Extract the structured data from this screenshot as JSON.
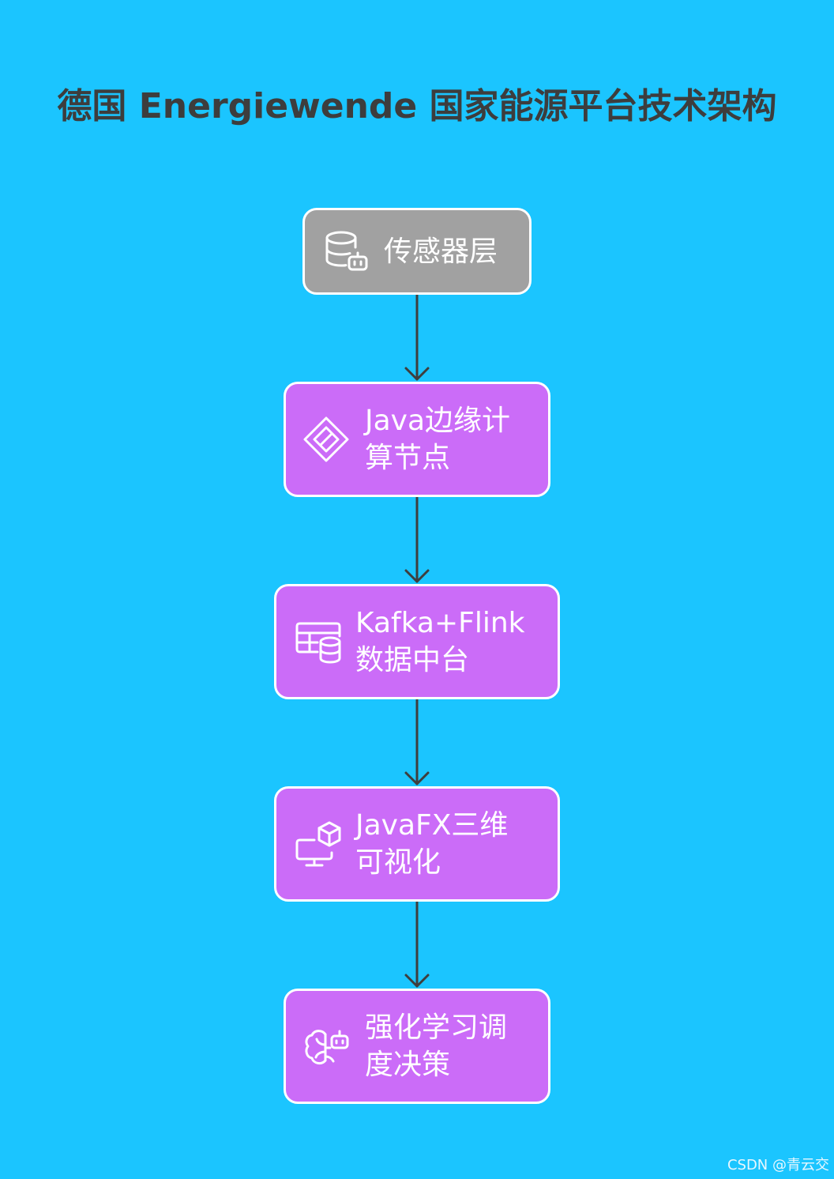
{
  "title": "德国 Energiewende 国家能源平台技术架构",
  "nodes": [
    {
      "label": "传感器层",
      "icon": "database-robot-icon",
      "color": "#a1a1a1"
    },
    {
      "label": "Java边缘计算节点",
      "icon": "diamond-link-icon",
      "color": "#cb6cf8"
    },
    {
      "label": "Kafka+Flink数据中台",
      "icon": "table-database-icon",
      "color": "#cb6cf8"
    },
    {
      "label": "JavaFX三维可视化",
      "icon": "monitor-cube-icon",
      "color": "#cb6cf8"
    },
    {
      "label": "强化学习调度决策",
      "icon": "brain-robot-icon",
      "color": "#cb6cf8"
    }
  ],
  "watermark": "CSDN @青云交"
}
